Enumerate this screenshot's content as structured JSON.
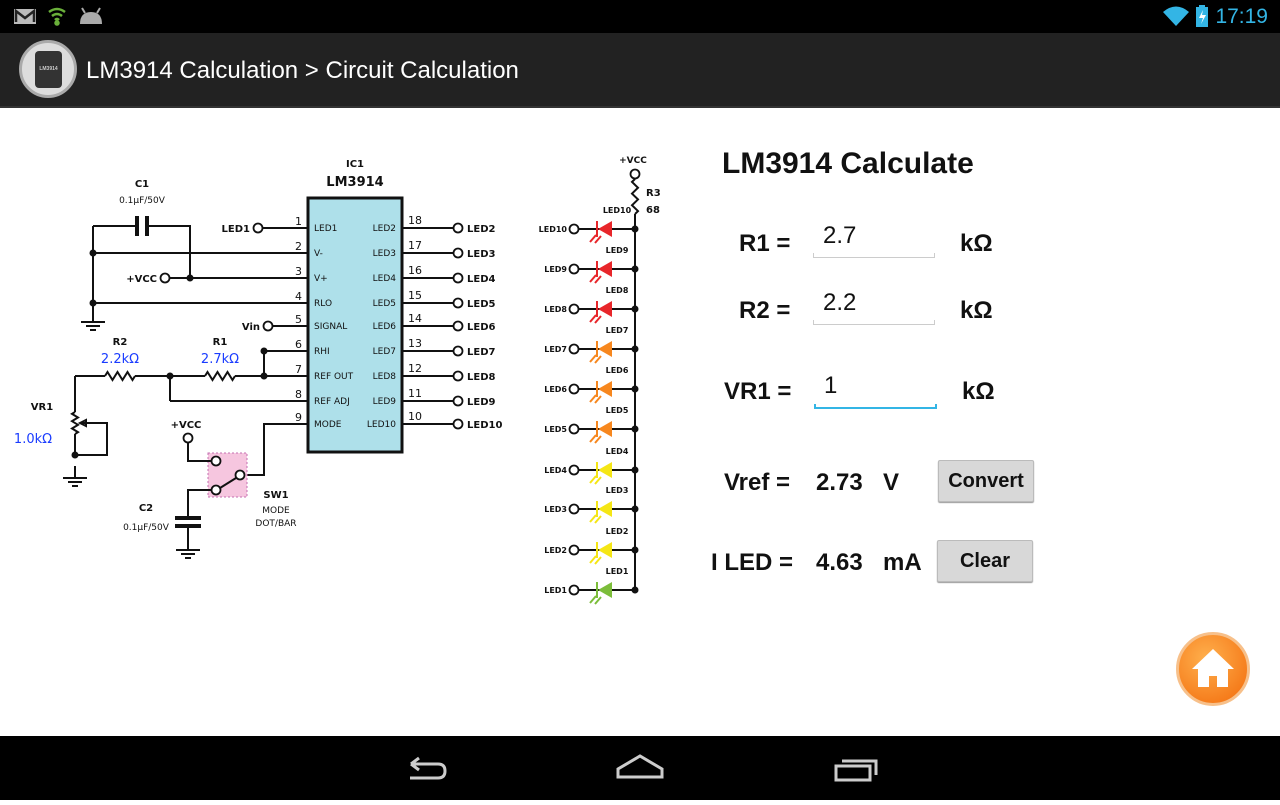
{
  "status_bar": {
    "time": "17:19",
    "icons": [
      "gmail-icon",
      "vpn-shield-icon",
      "android-icon",
      "wifi-icon",
      "battery-charging-icon"
    ]
  },
  "action_bar": {
    "title": "LM3914 Calculation > Circuit Calculation",
    "app_icon_text": "LM3914"
  },
  "schematic": {
    "ic_ref": "IC1",
    "ic_name": "LM3914",
    "left_pins": [
      {
        "num": "1",
        "name": "LED1",
        "ext": "LED1"
      },
      {
        "num": "2",
        "name": "V-",
        "ext": ""
      },
      {
        "num": "3",
        "name": "V+",
        "ext": "+VCC"
      },
      {
        "num": "4",
        "name": "RLO",
        "ext": ""
      },
      {
        "num": "5",
        "name": "SIGNAL",
        "ext": "Vin"
      },
      {
        "num": "6",
        "name": "RHI",
        "ext": ""
      },
      {
        "num": "7",
        "name": "REF OUT",
        "ext": ""
      },
      {
        "num": "8",
        "name": "REF ADJ",
        "ext": ""
      },
      {
        "num": "9",
        "name": "MODE",
        "ext": ""
      }
    ],
    "right_pins": [
      {
        "num": "18",
        "name": "LED2",
        "ext": "LED2"
      },
      {
        "num": "17",
        "name": "LED3",
        "ext": "LED3"
      },
      {
        "num": "16",
        "name": "LED4",
        "ext": "LED4"
      },
      {
        "num": "15",
        "name": "LED5",
        "ext": "LED5"
      },
      {
        "num": "14",
        "name": "LED6",
        "ext": "LED6"
      },
      {
        "num": "13",
        "name": "LED7",
        "ext": "LED7"
      },
      {
        "num": "12",
        "name": "LED8",
        "ext": "LED8"
      },
      {
        "num": "11",
        "name": "LED9",
        "ext": "LED9"
      },
      {
        "num": "10",
        "name": "LED10",
        "ext": "LED10"
      }
    ],
    "c1": {
      "ref": "C1",
      "value": "0.1µF/50V"
    },
    "c2": {
      "ref": "C2",
      "value": "0.1µF/50V"
    },
    "r1": {
      "ref": "R1",
      "value": "2.7kΩ"
    },
    "r2": {
      "ref": "R2",
      "value": "2.2kΩ"
    },
    "vr1": {
      "ref": "VR1",
      "value": "1.0kΩ"
    },
    "sw1": {
      "ref": "SW1",
      "line1": "MODE",
      "line2": "DOT/BAR"
    },
    "vcc2": "+VCC",
    "value_color": "#1a3cff",
    "led_bar": {
      "vcc": "+VCC",
      "r3_ref": "R3",
      "r3_value": "68",
      "leds": [
        {
          "ext": "LED10",
          "name": "LED10",
          "color": "#e8262a"
        },
        {
          "ext": "LED9",
          "name": "LED9",
          "color": "#e8262a"
        },
        {
          "ext": "LED8",
          "name": "LED8",
          "color": "#e8262a"
        },
        {
          "ext": "LED7",
          "name": "LED7",
          "color": "#f7871e"
        },
        {
          "ext": "LED6",
          "name": "LED6",
          "color": "#f7871e"
        },
        {
          "ext": "LED5",
          "name": "LED5",
          "color": "#f7871e"
        },
        {
          "ext": "LED4",
          "name": "LED4",
          "color": "#f5e615"
        },
        {
          "ext": "LED3",
          "name": "LED3",
          "color": "#f5e615"
        },
        {
          "ext": "LED2",
          "name": "LED2",
          "color": "#f5e615"
        },
        {
          "ext": "LED1",
          "name": "LED1",
          "color": "#7cbd3a"
        }
      ]
    }
  },
  "form": {
    "title": "LM3914 Calculate",
    "r1_label": "R1 =",
    "r1_value": "2.7",
    "r1_unit": "kΩ",
    "r2_label": "R2 =",
    "r2_value": "2.2",
    "r2_unit": "kΩ",
    "vr1_label": "VR1 =",
    "vr1_value": "1",
    "vr1_unit": "kΩ",
    "vref_label": "Vref =",
    "vref_value": "2.73",
    "vref_unit": "V",
    "iled_label": "I LED =",
    "iled_value": "4.63",
    "iled_unit": "mA",
    "convert_label": "Convert",
    "clear_label": "Clear"
  }
}
